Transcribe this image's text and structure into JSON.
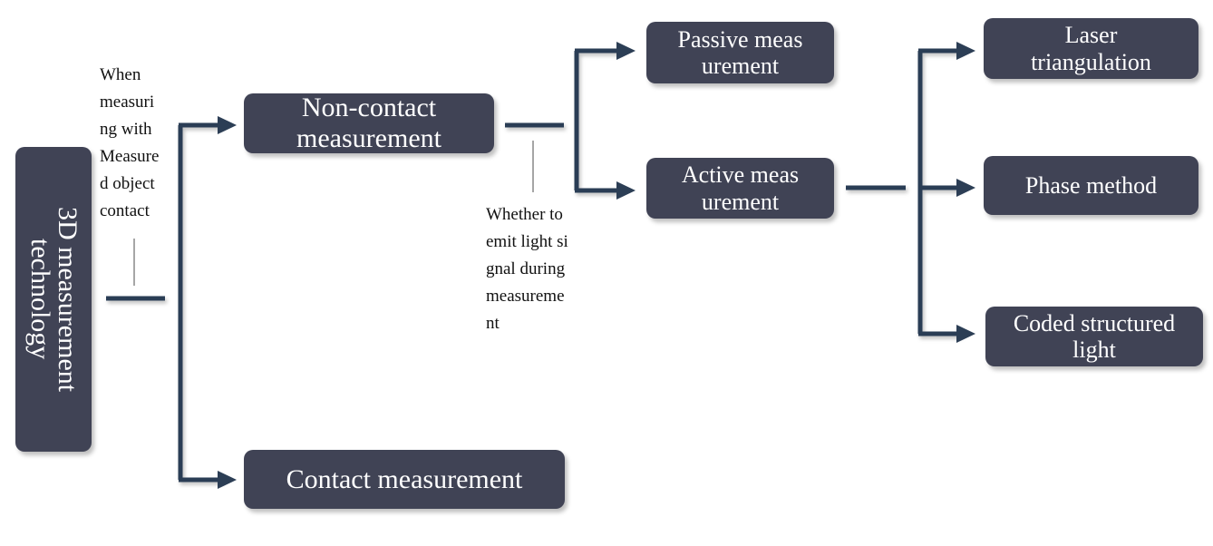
{
  "diagram": {
    "root": "3D measurement technology",
    "level1": {
      "criterion": "When\nmeasuri\nng with\nMeasure\nd object\ncontact",
      "non_contact": "Non-contact measurement",
      "contact": "Contact measurement"
    },
    "level2": {
      "criterion": "Whether to\nemit light si\ngnal during\nmeasureme\nnt",
      "passive": "Passive meas urement",
      "active": "Active meas urement"
    },
    "level3": {
      "laser": "Laser triangulation",
      "phase": "Phase method",
      "coded": "Coded structured light"
    },
    "colors": {
      "box": "#404355",
      "connector": "#2c3e55",
      "text_on_box": "#ffffff"
    }
  }
}
